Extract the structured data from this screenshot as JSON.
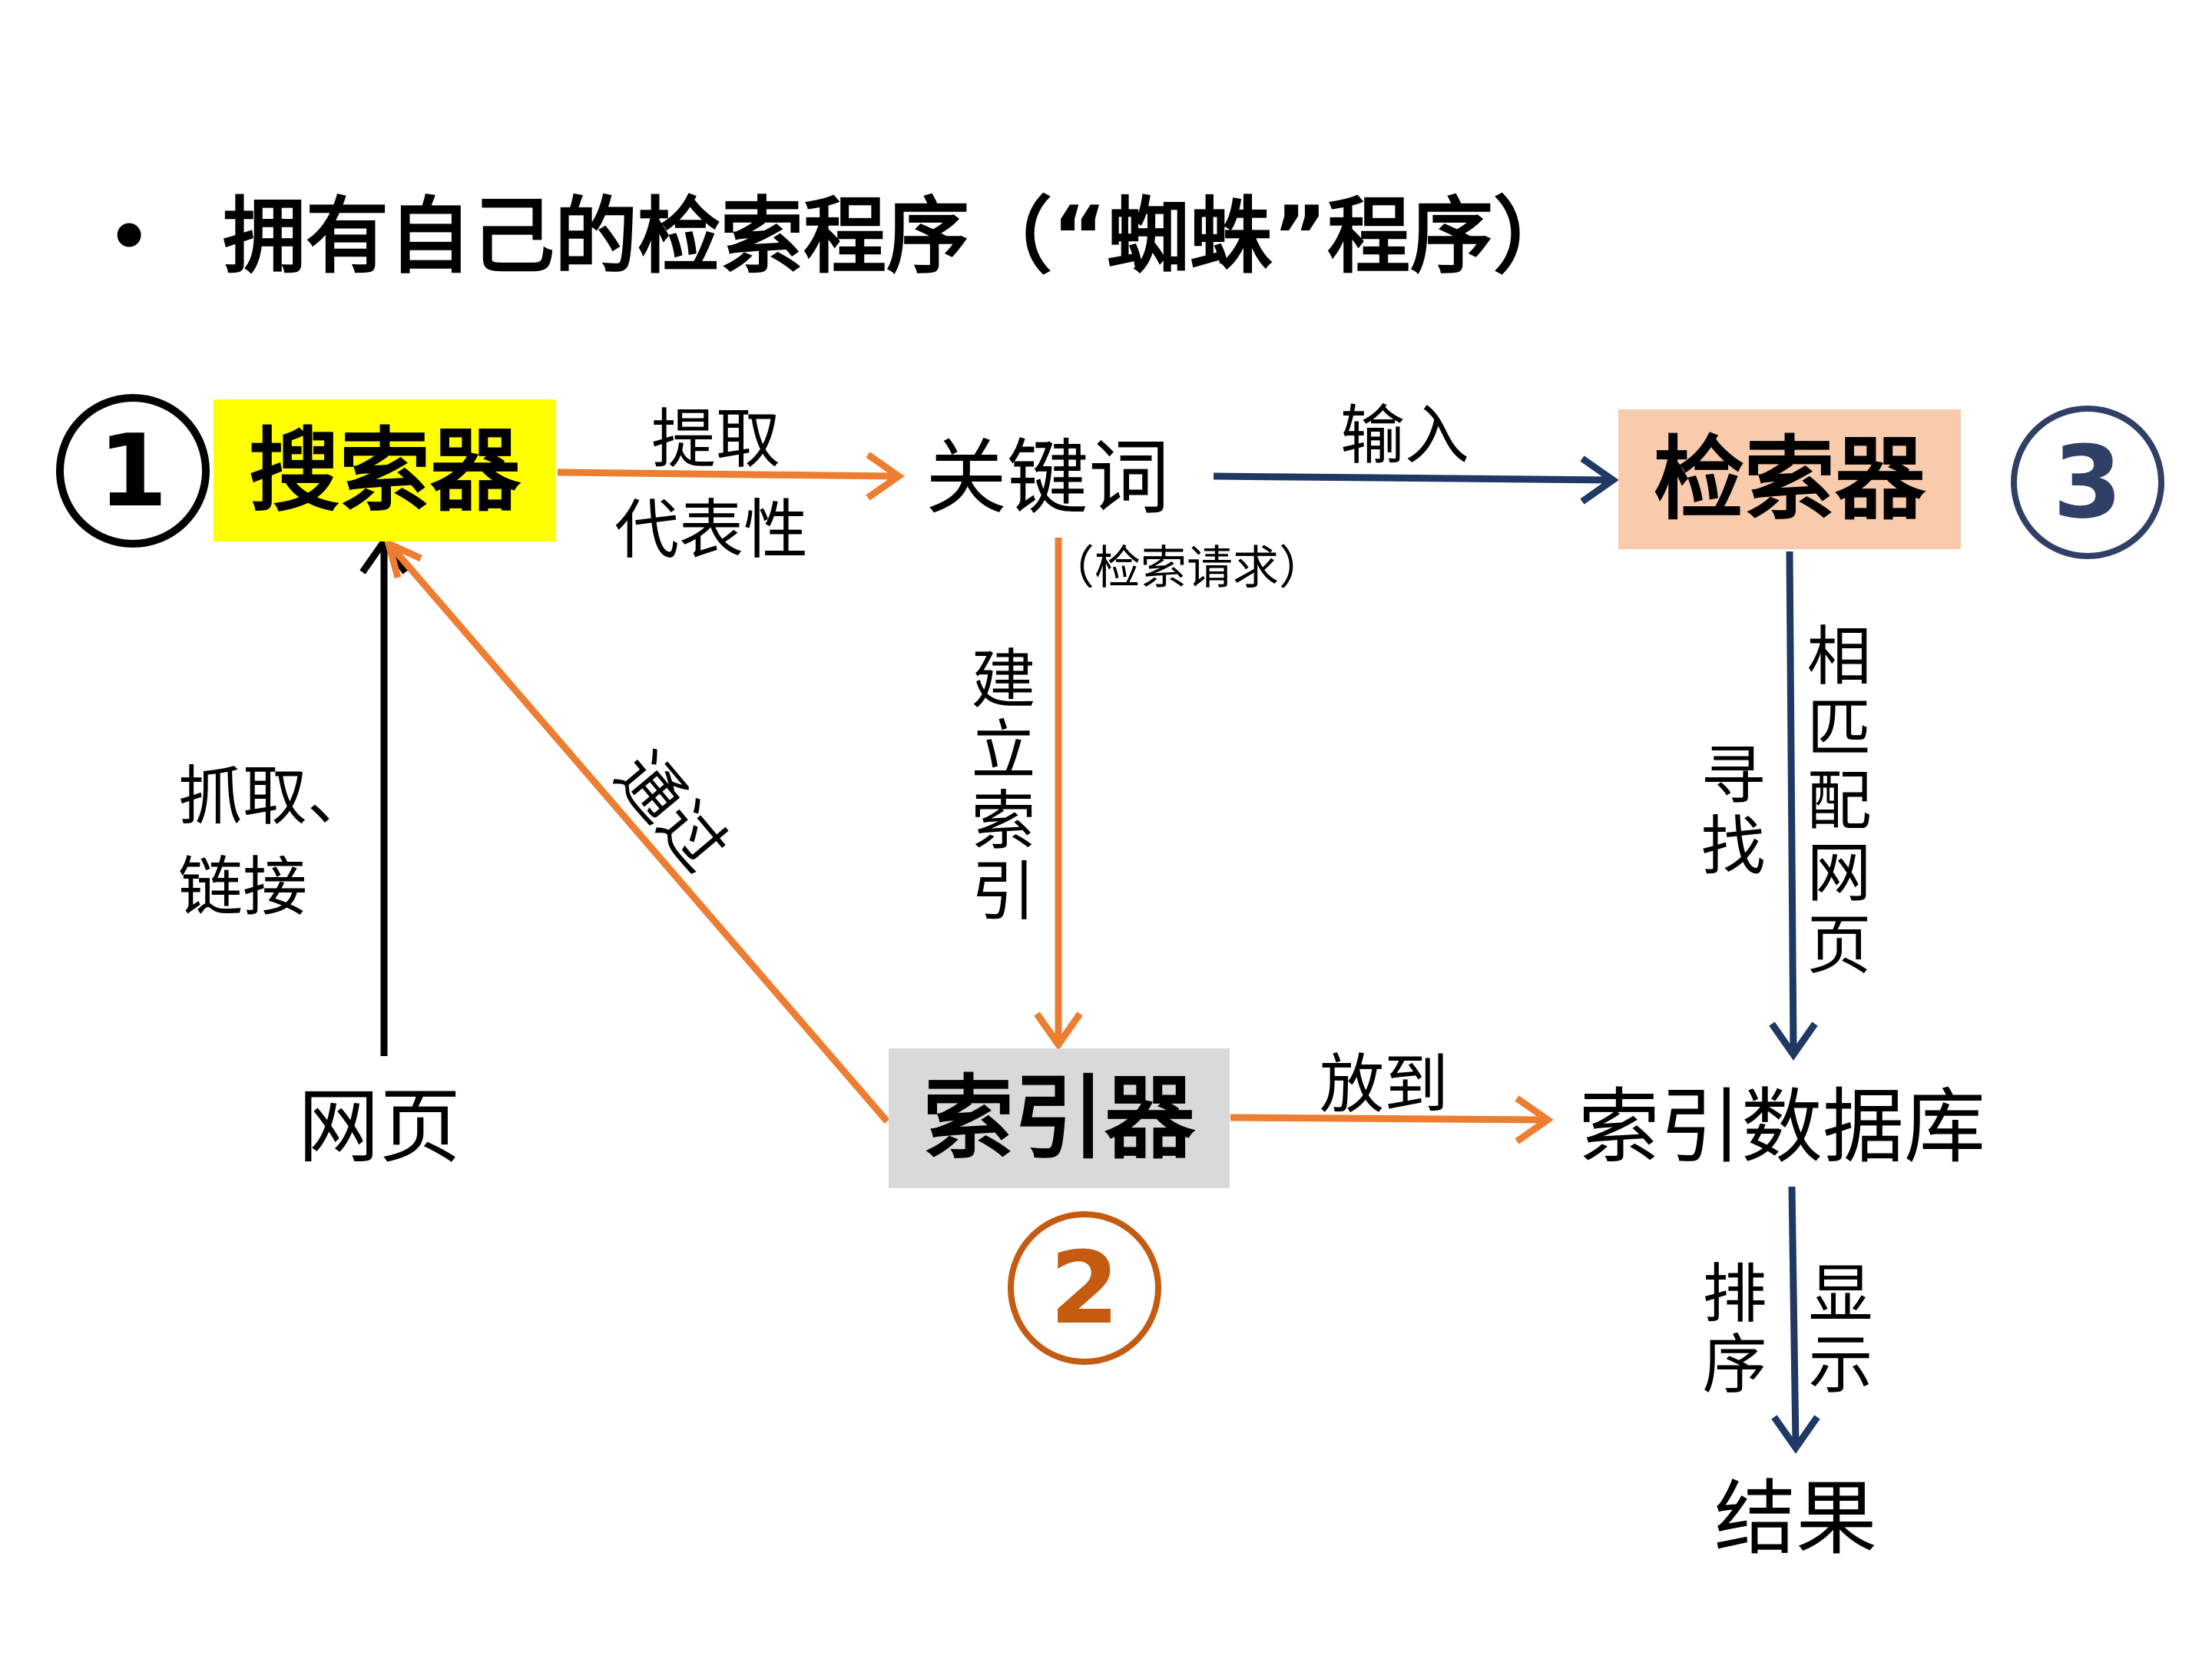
{
  "title": {
    "bullet": "•",
    "text": "拥有自己的检索程序（“蜘蛛”程序）"
  },
  "colors": {
    "orange_arrow": "#ED7D31",
    "navy_arrow": "#1F3864",
    "black_arrow": "#000000",
    "searcher_bg": "#FFFF00",
    "retriever_bg": "#F8CBAD",
    "indexer_bg": "#D9D9D9",
    "marker_2": "#C55A11",
    "marker_3": "#2F3F66"
  },
  "nodes": {
    "searcher": "搜索器",
    "keywords": "关键词",
    "retriever": "检索器",
    "webpage": "网页",
    "indexer": "索引器",
    "index_db": "索引数据库",
    "result": "结果"
  },
  "markers": {
    "m1": "1",
    "m2": "2",
    "m3": "3"
  },
  "labels": {
    "extract_line1": "提取",
    "extract_line2": "代表性",
    "input": "输入",
    "query_note": "（检索请求）",
    "build_index": "建立索引",
    "through": "通过",
    "crawl_line1": "抓取、",
    "crawl_line2": "链接",
    "find": "寻找",
    "match_pages": "相匹配网页",
    "place_into": "放到",
    "sort": "排序",
    "display": "显示"
  }
}
